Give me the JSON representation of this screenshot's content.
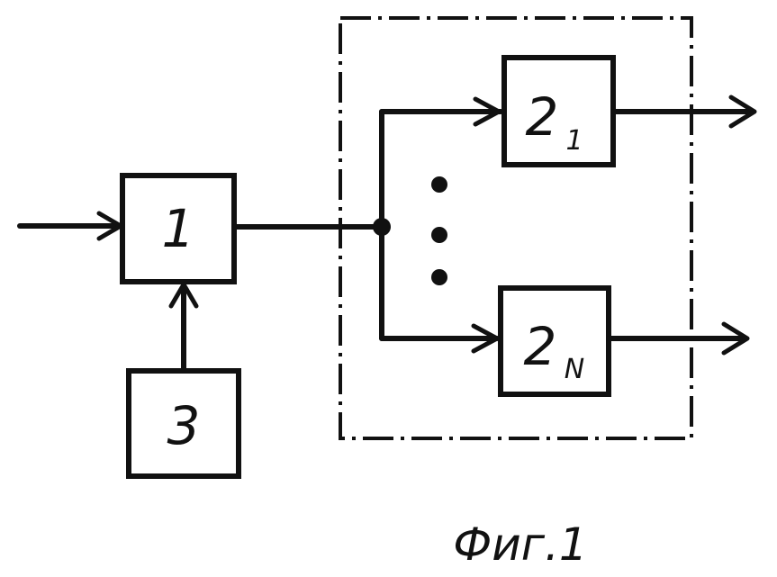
{
  "diagram": {
    "blocks": {
      "block_1": {
        "label": "1"
      },
      "block_2_1": {
        "label": "2",
        "subscript": "1"
      },
      "block_2_n": {
        "label": "2",
        "subscript": "N"
      },
      "block_3": {
        "label": "3"
      }
    },
    "caption": "Фиг.1"
  },
  "colors": {
    "ink": "#111111",
    "background": "#ffffff"
  }
}
